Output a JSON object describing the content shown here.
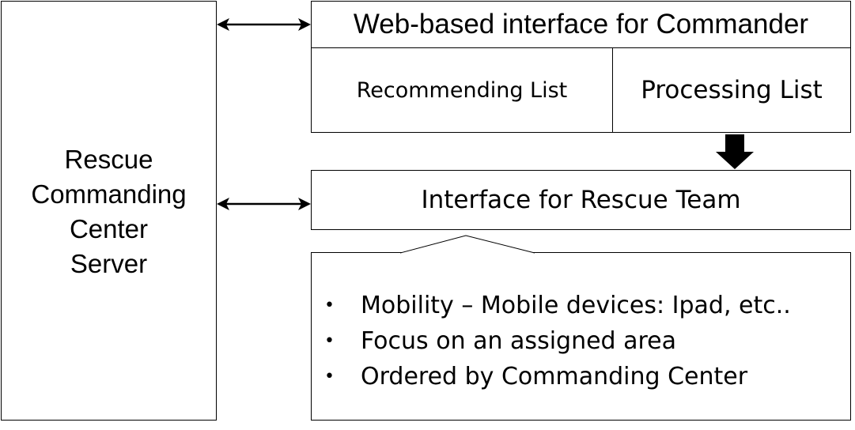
{
  "server": {
    "label": "Rescue\nCommanding\nCenter\nServer"
  },
  "web_interface": {
    "title": "Web-based interface for Commander",
    "recommending_list": "Recommending List",
    "processing_list": "Processing List"
  },
  "rescue_team": {
    "title": "Interface for Rescue Team",
    "features": [
      "Mobility – Mobile devices: Ipad, etc..",
      "Focus on an assigned area",
      "Ordered by Commanding Center"
    ]
  }
}
